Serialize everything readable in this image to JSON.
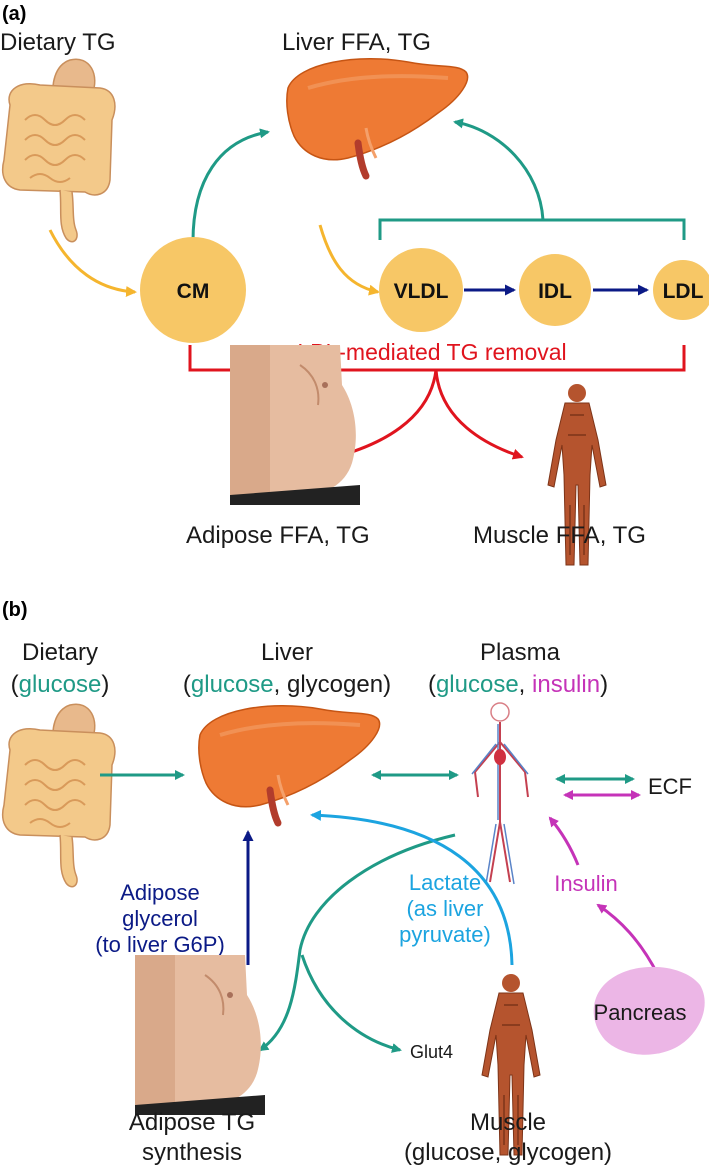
{
  "panel_a": {
    "label": "(a)",
    "dietary": "Dietary TG",
    "liver": "Liver FFA, TG",
    "nodes": {
      "cm": "CM",
      "vldl": "VLDL",
      "idl": "IDL",
      "ldl": "LDL"
    },
    "lpl": "LPL-mediated TG removal",
    "adipose": "Adipose FFA, TG",
    "muscle": "Muscle FFA, TG"
  },
  "panel_b": {
    "label": "(b)",
    "dietary": {
      "line1": "Dietary",
      "paren_open": "(",
      "glucose": "glucose",
      "paren_close": ")"
    },
    "liver": {
      "line1": "Liver",
      "paren_open": "(",
      "glucose": "glucose",
      "rest": ", glycogen)"
    },
    "plasma": {
      "line1": "Plasma",
      "paren_open": "(",
      "glucose": "glucose",
      "comma": ", ",
      "insulin": "insulin",
      "paren_close": ")"
    },
    "ecf": "ECF",
    "adipose_glycerol": [
      "Adipose",
      "glycerol",
      "(to liver G6P)"
    ],
    "lactate": [
      "Lactate",
      "(as liver",
      "pyruvate)"
    ],
    "insulin": "Insulin",
    "pancreas": "Pancreas",
    "glut4": "Glut4",
    "adipose_tg": [
      "Adipose TG",
      "synthesis"
    ],
    "muscle": [
      "Muscle",
      "(glucose, glycogen)"
    ]
  },
  "colors": {
    "teal": "#1f9a86",
    "orange": "#f5b52e",
    "node_fill": "#f7c766",
    "red": "#e0141e",
    "navy": "#0b1a86",
    "sky": "#1ca4e0",
    "magenta": "#c533b8"
  }
}
